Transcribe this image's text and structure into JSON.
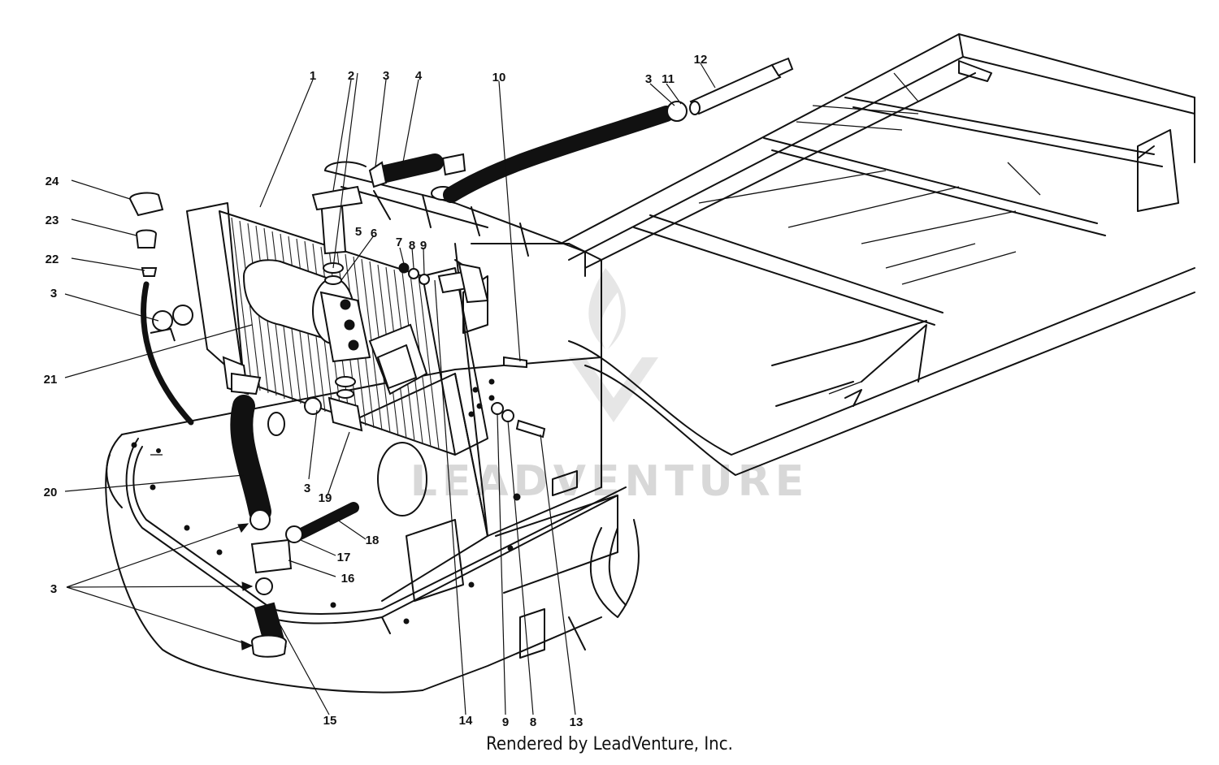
{
  "callouts": [
    {
      "label": "1"
    },
    {
      "label": "2"
    },
    {
      "label": "3"
    },
    {
      "label": "4"
    },
    {
      "label": "10"
    },
    {
      "label": "3"
    },
    {
      "label": "11"
    },
    {
      "label": "12"
    },
    {
      "label": "24"
    },
    {
      "label": "23"
    },
    {
      "label": "22"
    },
    {
      "label": "3"
    },
    {
      "label": "5"
    },
    {
      "label": "6"
    },
    {
      "label": "7"
    },
    {
      "label": "8"
    },
    {
      "label": "9"
    },
    {
      "label": "21"
    },
    {
      "label": "20"
    },
    {
      "label": "3"
    },
    {
      "label": "19"
    },
    {
      "label": "18"
    },
    {
      "label": "17"
    },
    {
      "label": "16"
    },
    {
      "label": "3"
    },
    {
      "label": "15"
    },
    {
      "label": "14"
    },
    {
      "label": "9"
    },
    {
      "label": "8"
    },
    {
      "label": "13"
    }
  ],
  "watermark": "LEADVENTURE",
  "credit": "Rendered by LeadVenture, Inc."
}
